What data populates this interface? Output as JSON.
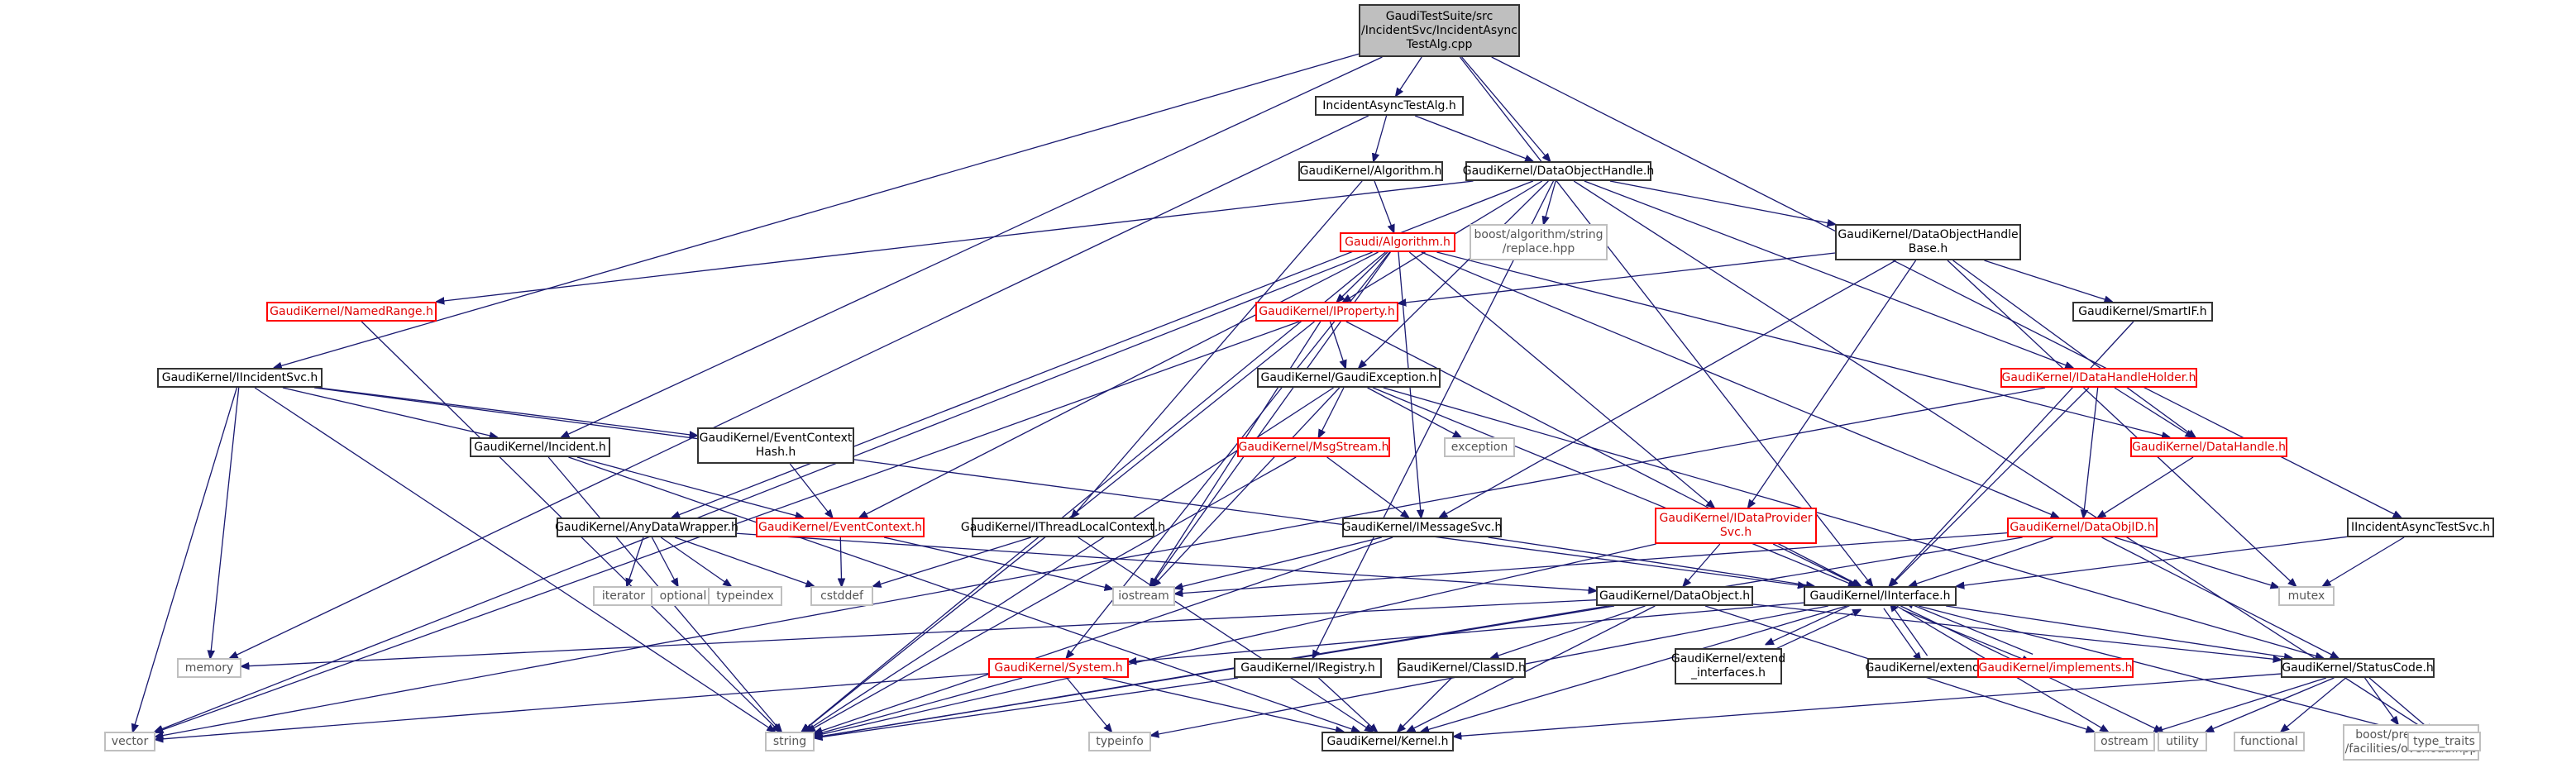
{
  "graph": {
    "nodes": [
      {
        "id": "root",
        "label": "GaudiTestSuite/src\n/IncidentSvc/IncidentAsync\nTestAlg.cpp",
        "style": "root"
      },
      {
        "id": "iatah",
        "label": "IncidentAsyncTestAlg.h",
        "style": "black"
      },
      {
        "id": "algh",
        "label": "GaudiKernel/Algorithm.h",
        "style": "black"
      },
      {
        "id": "doh",
        "label": "GaudiKernel/DataObjectHandle.h",
        "style": "black"
      },
      {
        "id": "galg",
        "label": "Gaudi/Algorithm.h",
        "style": "red"
      },
      {
        "id": "boost_replace",
        "label": "boost/algorithm/string\n/replace.hpp",
        "style": "gray"
      },
      {
        "id": "dohbase",
        "label": "GaudiKernel/DataObjectHandle\nBase.h",
        "style": "black"
      },
      {
        "id": "namedrange",
        "label": "GaudiKernel/NamedRange.h",
        "style": "red"
      },
      {
        "id": "iprop",
        "label": "GaudiKernel/IProperty.h",
        "style": "red"
      },
      {
        "id": "smartif",
        "label": "GaudiKernel/SmartIF.h",
        "style": "black"
      },
      {
        "id": "iincsvc",
        "label": "GaudiKernel/IIncidentSvc.h",
        "style": "black"
      },
      {
        "id": "gexc",
        "label": "GaudiKernel/GaudiException.h",
        "style": "black"
      },
      {
        "id": "idhh",
        "label": "GaudiKernel/IDataHandleHolder.h",
        "style": "red"
      },
      {
        "id": "incident",
        "label": "GaudiKernel/Incident.h",
        "style": "black"
      },
      {
        "id": "ecth",
        "label": "GaudiKernel/EventContext\nHash.h",
        "style": "black"
      },
      {
        "id": "msgstream",
        "label": "GaudiKernel/MsgStream.h",
        "style": "red"
      },
      {
        "id": "exception",
        "label": "exception",
        "style": "gray"
      },
      {
        "id": "datahandle",
        "label": "GaudiKernel/DataHandle.h",
        "style": "red"
      },
      {
        "id": "adw",
        "label": "GaudiKernel/AnyDataWrapper.h",
        "style": "black"
      },
      {
        "id": "evctx",
        "label": "GaudiKernel/EventContext.h",
        "style": "red"
      },
      {
        "id": "tlc",
        "label": "GaudiKernel/IThreadLocalContext.h",
        "style": "black"
      },
      {
        "id": "imsgsvc",
        "label": "GaudiKernel/IMessageSvc.h",
        "style": "black"
      },
      {
        "id": "idps",
        "label": "GaudiKernel/IDataProvider\nSvc.h",
        "style": "red"
      },
      {
        "id": "dataobjid",
        "label": "GaudiKernel/DataObjID.h",
        "style": "red"
      },
      {
        "id": "iiats",
        "label": "IIncidentAsyncTestSvc.h",
        "style": "black"
      },
      {
        "id": "iterator",
        "label": "iterator",
        "style": "gray"
      },
      {
        "id": "optional",
        "label": "optional",
        "style": "gray"
      },
      {
        "id": "typeindex",
        "label": "typeindex",
        "style": "gray"
      },
      {
        "id": "cstddef",
        "label": "cstddef",
        "style": "gray"
      },
      {
        "id": "iostream",
        "label": "iostream",
        "style": "gray"
      },
      {
        "id": "dataobject",
        "label": "GaudiKernel/DataObject.h",
        "style": "black"
      },
      {
        "id": "iinterface",
        "label": "GaudiKernel/IInterface.h",
        "style": "black"
      },
      {
        "id": "mutex",
        "label": "mutex",
        "style": "gray"
      },
      {
        "id": "memory",
        "label": "memory",
        "style": "gray"
      },
      {
        "id": "system",
        "label": "GaudiKernel/System.h",
        "style": "red"
      },
      {
        "id": "iregistry",
        "label": "GaudiKernel/IRegistry.h",
        "style": "black"
      },
      {
        "id": "classid",
        "label": "GaudiKernel/ClassID.h",
        "style": "black"
      },
      {
        "id": "extif",
        "label": "GaudiKernel/extend\n_interfaces.h",
        "style": "black"
      },
      {
        "id": "extends",
        "label": "GaudiKernel/extends.h",
        "style": "black"
      },
      {
        "id": "implements",
        "label": "GaudiKernel/implements.h",
        "style": "red"
      },
      {
        "id": "statuscode",
        "label": "GaudiKernel/StatusCode.h",
        "style": "black"
      },
      {
        "id": "vector",
        "label": "vector",
        "style": "gray"
      },
      {
        "id": "string",
        "label": "string",
        "style": "gray"
      },
      {
        "id": "typeinfo",
        "label": "typeinfo",
        "style": "gray"
      },
      {
        "id": "kernel",
        "label": "GaudiKernel/Kernel.h",
        "style": "black"
      },
      {
        "id": "ostream",
        "label": "ostream",
        "style": "gray"
      },
      {
        "id": "utility",
        "label": "utility",
        "style": "gray"
      },
      {
        "id": "functional",
        "label": "functional",
        "style": "gray"
      },
      {
        "id": "boost_overload",
        "label": "boost/preprocessor\n/facilities/overload.hpp",
        "style": "gray"
      },
      {
        "id": "typetraits",
        "label": "type_traits",
        "style": "gray"
      }
    ],
    "edges": [
      [
        "root",
        "iatah"
      ],
      [
        "root",
        "doh"
      ],
      [
        "root",
        "iincsvc"
      ],
      [
        "root",
        "incident"
      ],
      [
        "root",
        "iiats"
      ],
      [
        "root",
        "iinterface"
      ],
      [
        "iatah",
        "algh"
      ],
      [
        "iatah",
        "doh"
      ],
      [
        "iatah",
        "memory"
      ],
      [
        "algh",
        "galg"
      ],
      [
        "algh",
        "tlc"
      ],
      [
        "doh",
        "dohbase"
      ],
      [
        "doh",
        "boost_replace"
      ],
      [
        "doh",
        "namedrange"
      ],
      [
        "doh",
        "iprop"
      ],
      [
        "doh",
        "gexc"
      ],
      [
        "doh",
        "idhh"
      ],
      [
        "doh",
        "adw"
      ],
      [
        "doh",
        "iregistry"
      ],
      [
        "doh",
        "typetraits"
      ],
      [
        "galg",
        "iprop"
      ],
      [
        "galg",
        "datahandle"
      ],
      [
        "galg",
        "dataobjid"
      ],
      [
        "galg",
        "idps"
      ],
      [
        "galg",
        "imsgsvc"
      ],
      [
        "galg",
        "evctx"
      ],
      [
        "galg",
        "system"
      ],
      [
        "galg",
        "string"
      ],
      [
        "galg",
        "vector"
      ],
      [
        "galg",
        "iostream"
      ],
      [
        "dohbase",
        "iprop"
      ],
      [
        "dohbase",
        "smartif"
      ],
      [
        "dohbase",
        "datahandle"
      ],
      [
        "dohbase",
        "idps"
      ],
      [
        "dohbase",
        "imsgsvc"
      ],
      [
        "dohbase",
        "mutex"
      ],
      [
        "namedrange",
        "string"
      ],
      [
        "iprop",
        "gexc"
      ],
      [
        "iprop",
        "iinterface"
      ],
      [
        "iprop",
        "string"
      ],
      [
        "iprop",
        "vector"
      ],
      [
        "iprop",
        "iostream"
      ],
      [
        "smartif",
        "iinterface"
      ],
      [
        "iincsvc",
        "incident"
      ],
      [
        "iincsvc",
        "ecth"
      ],
      [
        "iincsvc",
        "iinterface"
      ],
      [
        "iincsvc",
        "string"
      ],
      [
        "iincsvc",
        "vector"
      ],
      [
        "iincsvc",
        "memory"
      ],
      [
        "gexc",
        "msgstream"
      ],
      [
        "gexc",
        "exception"
      ],
      [
        "gexc",
        "statuscode"
      ],
      [
        "gexc",
        "iinterface"
      ],
      [
        "gexc",
        "string"
      ],
      [
        "gexc",
        "iostream"
      ],
      [
        "idhh",
        "datahandle"
      ],
      [
        "idhh",
        "dataobjid"
      ],
      [
        "idhh",
        "iinterface"
      ],
      [
        "idhh",
        "vector"
      ],
      [
        "incident",
        "evctx"
      ],
      [
        "incident",
        "string"
      ],
      [
        "incident",
        "kernel"
      ],
      [
        "ecth",
        "evctx"
      ],
      [
        "msgstream",
        "imsgsvc"
      ],
      [
        "msgstream",
        "string"
      ],
      [
        "datahandle",
        "dataobjid"
      ],
      [
        "adw",
        "dataobject"
      ],
      [
        "adw",
        "iterator"
      ],
      [
        "adw",
        "optional"
      ],
      [
        "adw",
        "typeindex"
      ],
      [
        "adw",
        "cstddef"
      ],
      [
        "evctx",
        "cstddef"
      ],
      [
        "evctx",
        "iostream"
      ],
      [
        "tlc",
        "kernel"
      ],
      [
        "tlc",
        "cstddef"
      ],
      [
        "imsgsvc",
        "iinterface"
      ],
      [
        "imsgsvc",
        "iostream"
      ],
      [
        "imsgsvc",
        "string"
      ],
      [
        "idps",
        "dataobject"
      ],
      [
        "idps",
        "iinterface"
      ],
      [
        "idps",
        "string"
      ],
      [
        "dataobjid",
        "iinterface"
      ],
      [
        "dataobjid",
        "statuscode"
      ],
      [
        "dataobjid",
        "mutex"
      ],
      [
        "dataobjid",
        "iostream"
      ],
      [
        "dataobjid",
        "string"
      ],
      [
        "iiats",
        "iinterface"
      ],
      [
        "iiats",
        "mutex"
      ],
      [
        "dataobject",
        "classid"
      ],
      [
        "dataobject",
        "statuscode"
      ],
      [
        "dataobject",
        "kernel"
      ],
      [
        "dataobject",
        "ostream"
      ],
      [
        "dataobject",
        "memory"
      ],
      [
        "dataobject",
        "string"
      ],
      [
        "iinterface",
        "system"
      ],
      [
        "iinterface",
        "statuscode"
      ],
      [
        "iinterface",
        "kernel"
      ],
      [
        "iinterface",
        "extif"
      ],
      [
        "iinterface",
        "extends"
      ],
      [
        "iinterface",
        "implements"
      ],
      [
        "iinterface",
        "typetraits"
      ],
      [
        "iinterface",
        "ostream"
      ],
      [
        "iinterface",
        "typeinfo"
      ],
      [
        "iinterface",
        "utility"
      ],
      [
        "extif",
        "iinterface"
      ],
      [
        "extends",
        "iinterface"
      ],
      [
        "implements",
        "iinterface"
      ],
      [
        "system",
        "kernel"
      ],
      [
        "system",
        "string"
      ],
      [
        "system",
        "vector"
      ],
      [
        "system",
        "typeinfo"
      ],
      [
        "iregistry",
        "kernel"
      ],
      [
        "iregistry",
        "string"
      ],
      [
        "classid",
        "kernel"
      ],
      [
        "statuscode",
        "kernel"
      ],
      [
        "statuscode",
        "ostream"
      ],
      [
        "statuscode",
        "utility"
      ],
      [
        "statuscode",
        "functional"
      ],
      [
        "statuscode",
        "boost_overload"
      ],
      [
        "statuscode",
        "typetraits"
      ]
    ]
  }
}
